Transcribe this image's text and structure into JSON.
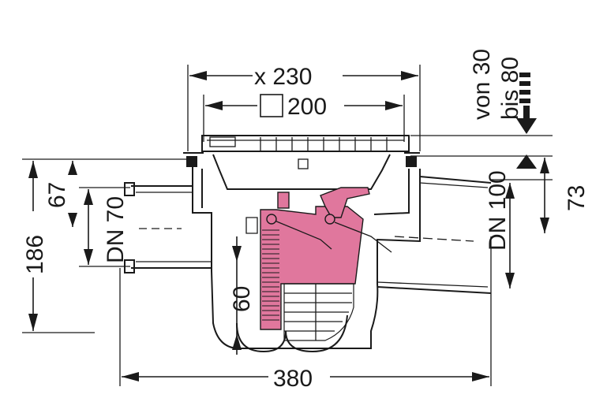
{
  "dimensions": {
    "top_width": "x 230",
    "grate": "200",
    "height_total": "186",
    "inlet_offset": "67",
    "inlet_dn": "DN 70",
    "outlet_dn": "DN 100",
    "outlet_offset": "73",
    "depth_60": "60",
    "overall_length": "380",
    "adjust_from": "von 30",
    "adjust_to": "bis 80"
  },
  "colors": {
    "line": "#1a1a1a",
    "accent": "#e0779d"
  },
  "icons": {
    "grate_symbol": "square-icon"
  }
}
